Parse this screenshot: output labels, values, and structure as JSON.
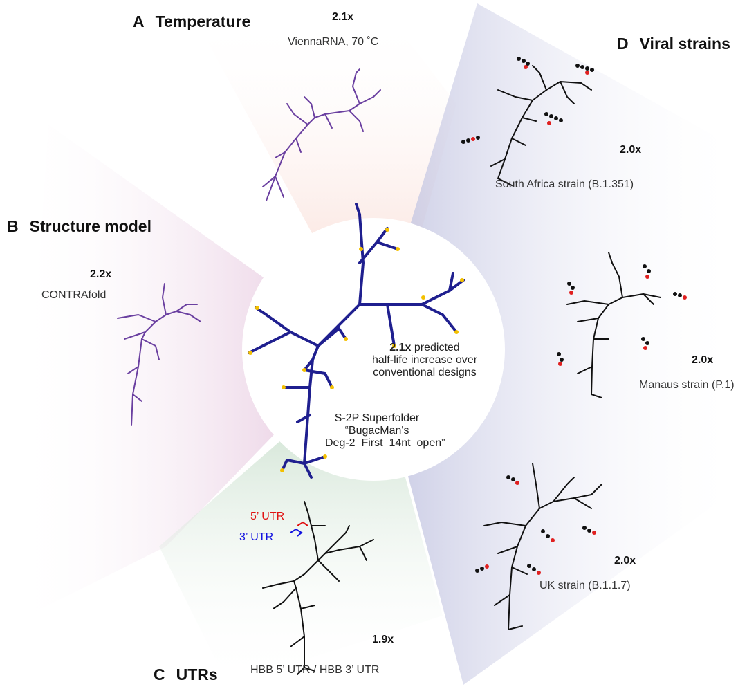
{
  "panels": {
    "A": {
      "letter": "A",
      "title": "Temperature",
      "fold": "2.1x",
      "sub": "ViennaRNA, 70 ˚C"
    },
    "B": {
      "letter": "B",
      "title": "Structure model",
      "fold": "2.2x",
      "sub": "CONTRAfold"
    },
    "C": {
      "letter": "C",
      "title": "UTRs",
      "fold": "1.9x",
      "sub": "HBB 5’ UTR / HBB 3’ UTR",
      "utr5": "5’ UTR",
      "utr3": "3’ UTR"
    },
    "D": {
      "letter": "D",
      "title": "Viral strains",
      "strains": [
        {
          "fold": "2.0x",
          "name": "South Africa strain (B.1.351)"
        },
        {
          "fold": "2.0x",
          "name": "Manaus strain (P.1)"
        },
        {
          "fold": "2.0x",
          "name": "UK strain (B.1.1.7)"
        }
      ]
    }
  },
  "center": {
    "fold": "2.1x",
    "line1": "predicted",
    "line2": "half-life increase over",
    "line3": "conventional designs",
    "design1": "S-2P Superfolder",
    "design2": "“BugacMan's",
    "design3": "Deg-2_First_14nt_open”"
  },
  "colors": {
    "center_stem": "#1f1f8f",
    "purple_stem": "#6a3fa0",
    "black_stem": "#111111",
    "mutation": "#e02020",
    "utr5": "#e01010",
    "utr3": "#1010e0",
    "wedge_A": "#f7c9c0",
    "wedge_B": "#e7c2dc",
    "wedge_C": "#bcd9c0",
    "wedge_D": "#c4c6e2"
  }
}
